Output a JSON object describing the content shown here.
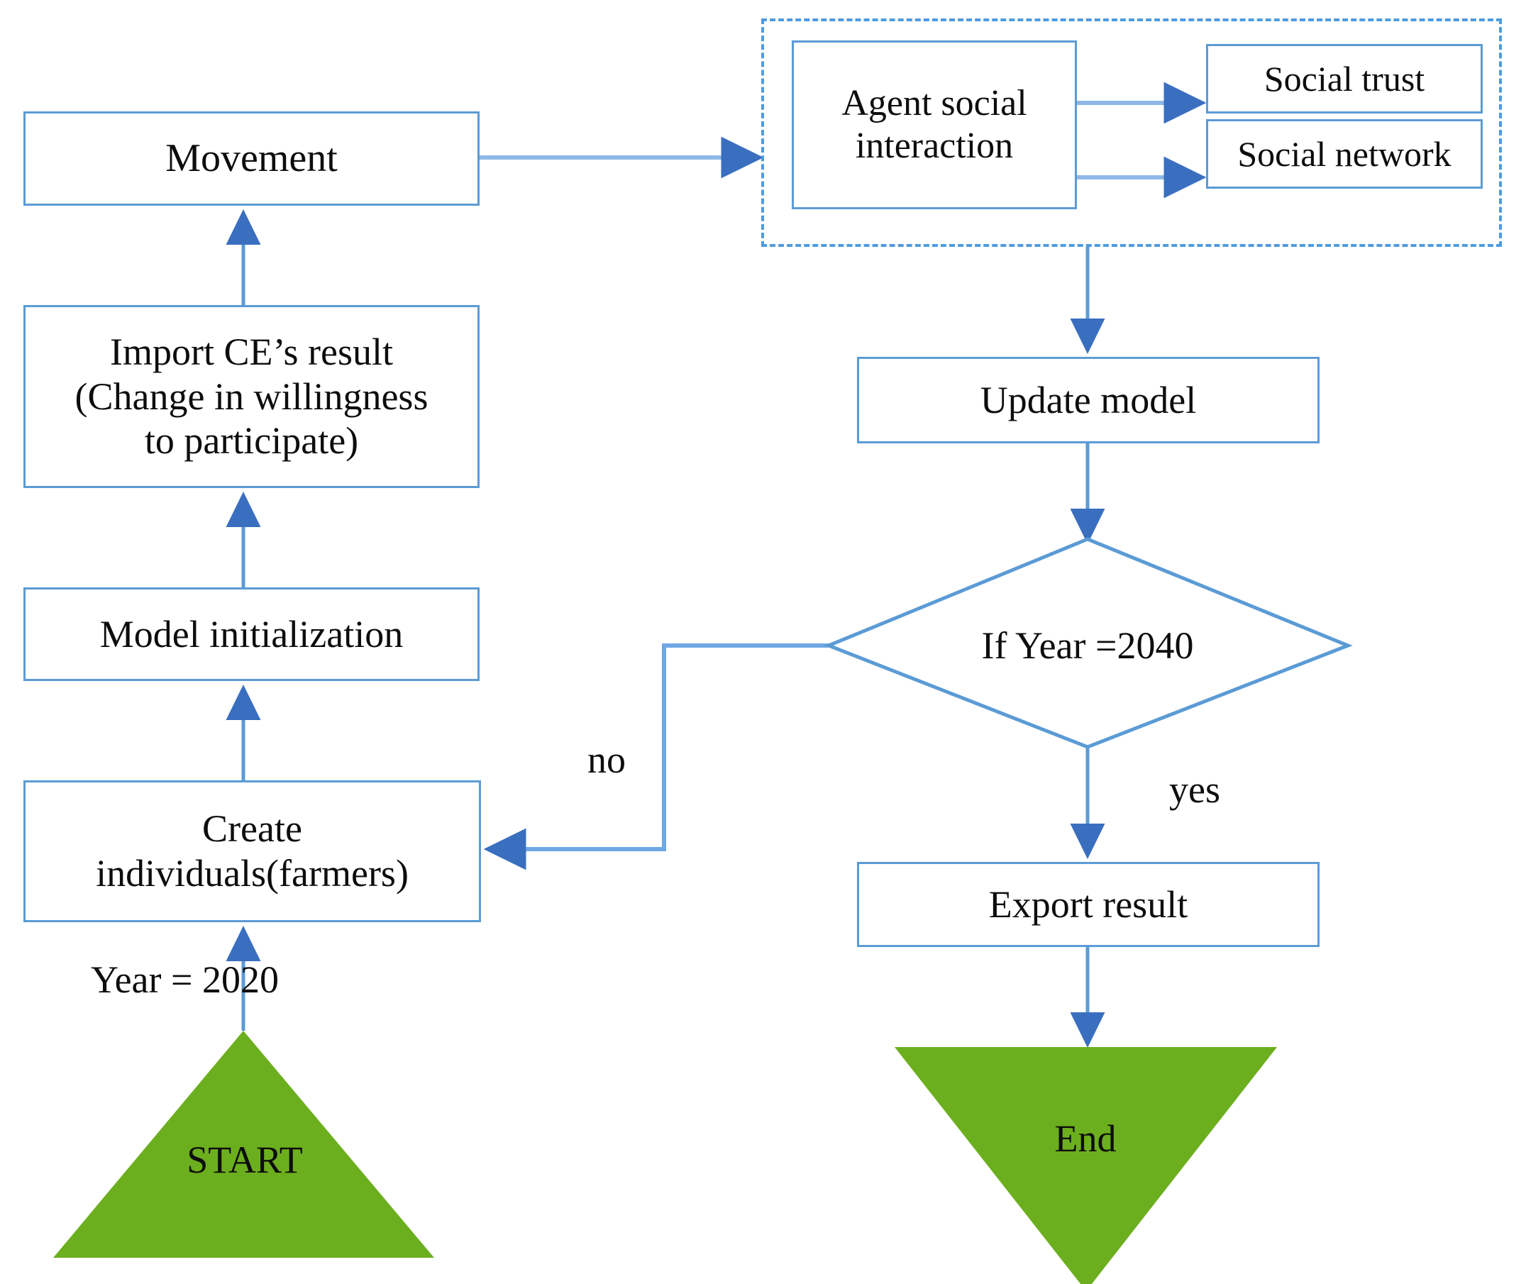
{
  "diagram": {
    "title": "Agent-based model simulation flowchart",
    "colors": {
      "box_border": "#5B9BD5",
      "arrow": "#5B9BD5",
      "arrow_head": "#3A6FBF",
      "dashed_border": "#4E9BE0",
      "terminator_fill": "#6CAF1E",
      "text": "#0d0d0d",
      "background": "#ffffff"
    },
    "nodes": {
      "movement": {
        "label": "Movement",
        "shape": "process"
      },
      "import_ce": {
        "line1": "Import CE’s result",
        "line2": "(Change in willingness",
        "line3": "to participate)",
        "shape": "process"
      },
      "model_initialization": {
        "label": "Model initialization",
        "shape": "process"
      },
      "create_individuals": {
        "line1": "Create",
        "line2": "individuals(farmers)",
        "shape": "process"
      },
      "start": {
        "label": "START",
        "shape": "triangle-up"
      },
      "agent_social_interaction": {
        "line1": "Agent social",
        "line2": "interaction",
        "shape": "process"
      },
      "social_trust": {
        "label": "Social  trust",
        "shape": "process"
      },
      "social_network": {
        "label": "Social  network",
        "shape": "process"
      },
      "update_model": {
        "label": "Update model",
        "shape": "process"
      },
      "decision_year": {
        "label": "If Year =2040",
        "shape": "diamond"
      },
      "export_result": {
        "label": "Export result",
        "shape": "process"
      },
      "end": {
        "label": "End",
        "shape": "triangle-down"
      }
    },
    "edge_labels": {
      "start_year": "Year   =  2020",
      "no": "no",
      "yes": "yes"
    },
    "group_box": {
      "style": "dashed",
      "label": ""
    }
  }
}
